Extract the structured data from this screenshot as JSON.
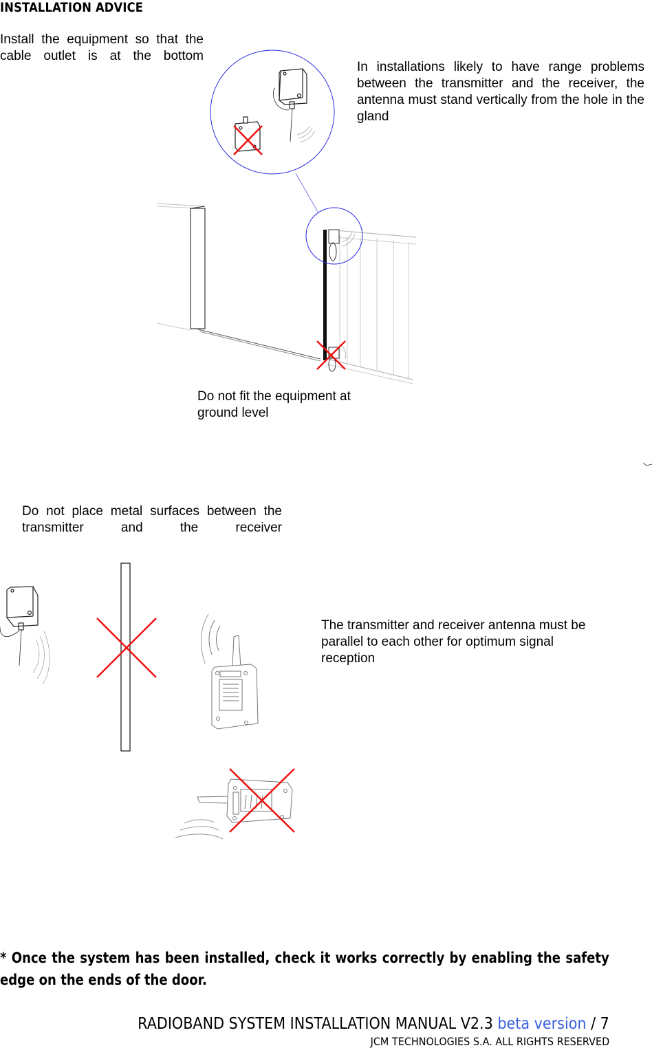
{
  "page": {
    "title": "INSTALLATION ADVICE"
  },
  "notes": {
    "cable_outlet": "Install the equipment so that the cable outlet is at the bottom",
    "antenna_vertical": "In installations likely to have range problems between the transmitter and the receiver, the antenna must stand vertically from the hole in the gland",
    "ground_level": "Do not fit the equipment at ground level",
    "metal_surfaces": "Do not place metal surfaces between the transmitter and the receiver",
    "parallel_antenna": "The transmitter and receiver antenna must be parallel to each other for optimum signal reception"
  },
  "important_note": "* Once the system has been installed, check it works correctly by enabling the safety edge on the ends of the door.",
  "footer": {
    "manual_title": "RADIOBAND SYSTEM INSTALLATION MANUAL V2.3",
    "version_label": "beta version",
    "separator": "/",
    "page_number": "7",
    "copyright": "JCM TECHNOLOGIES S.A. ALL RIGHTS RESERVED"
  },
  "colors": {
    "accent_blue": "#3a5fe0",
    "circle_blue": "#2a2ae0",
    "cross_red": "#ee1111"
  }
}
